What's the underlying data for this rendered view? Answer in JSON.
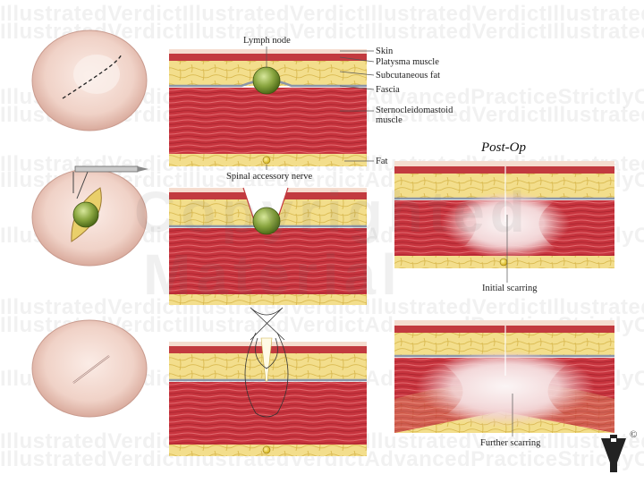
{
  "watermarks": {
    "brand_line": "IllustratedVerdictIllustratedVerdictIllustratedVerdictIllustratedVerdict",
    "mixed_line": "IllustratedVerdictIllustratedVerdictAdvancedPracticeStrictlyConfidential",
    "center_1": "Copyrighted",
    "center_2": "Material"
  },
  "labels": {
    "lymph_node": "Lymph node",
    "skin": "Skin",
    "platysma": "Platysma muscle",
    "subcutaneous_fat": "Subcutaneous fat",
    "fascia": "Fascia",
    "scm_1": "Sternocleidomastoid",
    "scm_2": "muscle",
    "fat": "Fat",
    "spinal_nerve": "Spinal accessory nerve",
    "post_op": "Post-Op",
    "initial_scarring": "Initial scarring",
    "further_scarring": "Further scarring",
    "copyright_symbol": "©"
  },
  "colors": {
    "skin": "#f3d9cc",
    "fat": "#f2dc88",
    "muscle": "#c6333d",
    "node": "#8aa640",
    "scar": "#f6e9ea"
  }
}
